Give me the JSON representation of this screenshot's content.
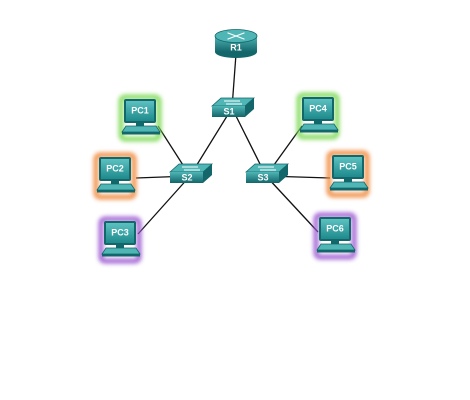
{
  "diagram": {
    "devices": [
      {
        "id": "R1",
        "label": "R1",
        "kind": "router"
      },
      {
        "id": "S1",
        "label": "S1",
        "kind": "switch"
      },
      {
        "id": "S2",
        "label": "S2",
        "kind": "switch"
      },
      {
        "id": "S3",
        "label": "S3",
        "kind": "switch"
      },
      {
        "id": "PC1",
        "label": "PC1",
        "kind": "pc",
        "glow": "#7ed957"
      },
      {
        "id": "PC2",
        "label": "PC2",
        "kind": "pc",
        "glow": "#f0883a"
      },
      {
        "id": "PC3",
        "label": "PC3",
        "kind": "pc",
        "glow": "#9b59d0"
      },
      {
        "id": "PC4",
        "label": "PC4",
        "kind": "pc",
        "glow": "#7ed957"
      },
      {
        "id": "PC5",
        "label": "PC5",
        "kind": "pc",
        "glow": "#f0883a"
      },
      {
        "id": "PC6",
        "label": "PC6",
        "kind": "pc",
        "glow": "#9b59d0"
      }
    ],
    "links": [
      [
        "R1",
        "S1"
      ],
      [
        "S1",
        "S2"
      ],
      [
        "S1",
        "S3"
      ],
      [
        "S2",
        "PC1"
      ],
      [
        "S2",
        "PC2"
      ],
      [
        "S2",
        "PC3"
      ],
      [
        "S3",
        "PC4"
      ],
      [
        "S3",
        "PC5"
      ],
      [
        "S3",
        "PC6"
      ]
    ],
    "colors": {
      "device": "#1e8a8c",
      "device_dark": "#13666a",
      "device_light": "#4fb5b5",
      "link": "#111111"
    }
  }
}
